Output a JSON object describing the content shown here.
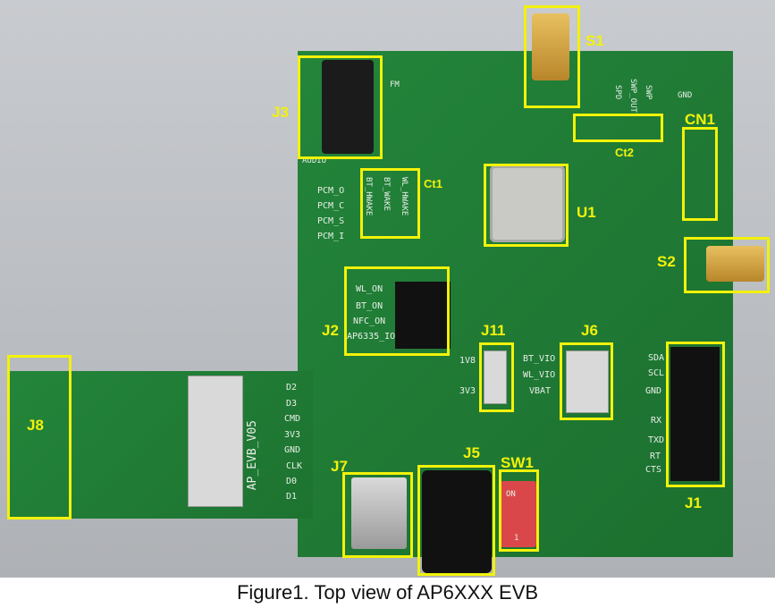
{
  "caption": "Figure1. Top view of AP6XXX EVB",
  "callouts": {
    "s1": "S1",
    "j3": "J3",
    "cn1": "CN1",
    "ct2": "Ct2",
    "ct1": "Ct1",
    "u1": "U1",
    "s2": "S2",
    "j2": "J2",
    "j11": "J11",
    "j6": "J6",
    "j8": "J8",
    "j5": "J5",
    "sw1": "SW1",
    "j7": "J7",
    "j1": "J1"
  },
  "silkscreen": {
    "pcm_o": "PCM_O",
    "pcm_c": "PCM_C",
    "pcm_s": "PCM_S",
    "pcm_i": "PCM_I",
    "wl_on": "WL_ON",
    "bt_on": "BT_ON",
    "nfc_on": "NFC_ON",
    "ap6335_io": "AP6335_IO",
    "bt_vio": "BT_VIO",
    "wl_vio": "WL_VIO",
    "vbat": "VBAT",
    "v1v8": "1V8",
    "v3v3": "3V3",
    "sda": "SDA",
    "scl": "SCL",
    "gnd": "GND",
    "rx": "RX",
    "txd": "TXD",
    "rts": "RT",
    "cts": "CTS",
    "d2": "D2",
    "d3": "D3",
    "cmd": "CMD",
    "vdd3v": "3V3",
    "gnd2": "GND",
    "clk": "CLK",
    "d0": "D0",
    "d1": "D1",
    "board_name": "AP_EVB_V05",
    "on": "ON",
    "one": "1",
    "bt_hwake": "BT_HWAKE",
    "bt_wake": "BT_WAKE",
    "wl_hwake": "WL_HWAKE",
    "spd": "SPD",
    "swp_out": "SWP_OUT",
    "swp": "SWP",
    "gnd_top": "GND",
    "fm": "FM",
    "audio": "AUDIO"
  }
}
